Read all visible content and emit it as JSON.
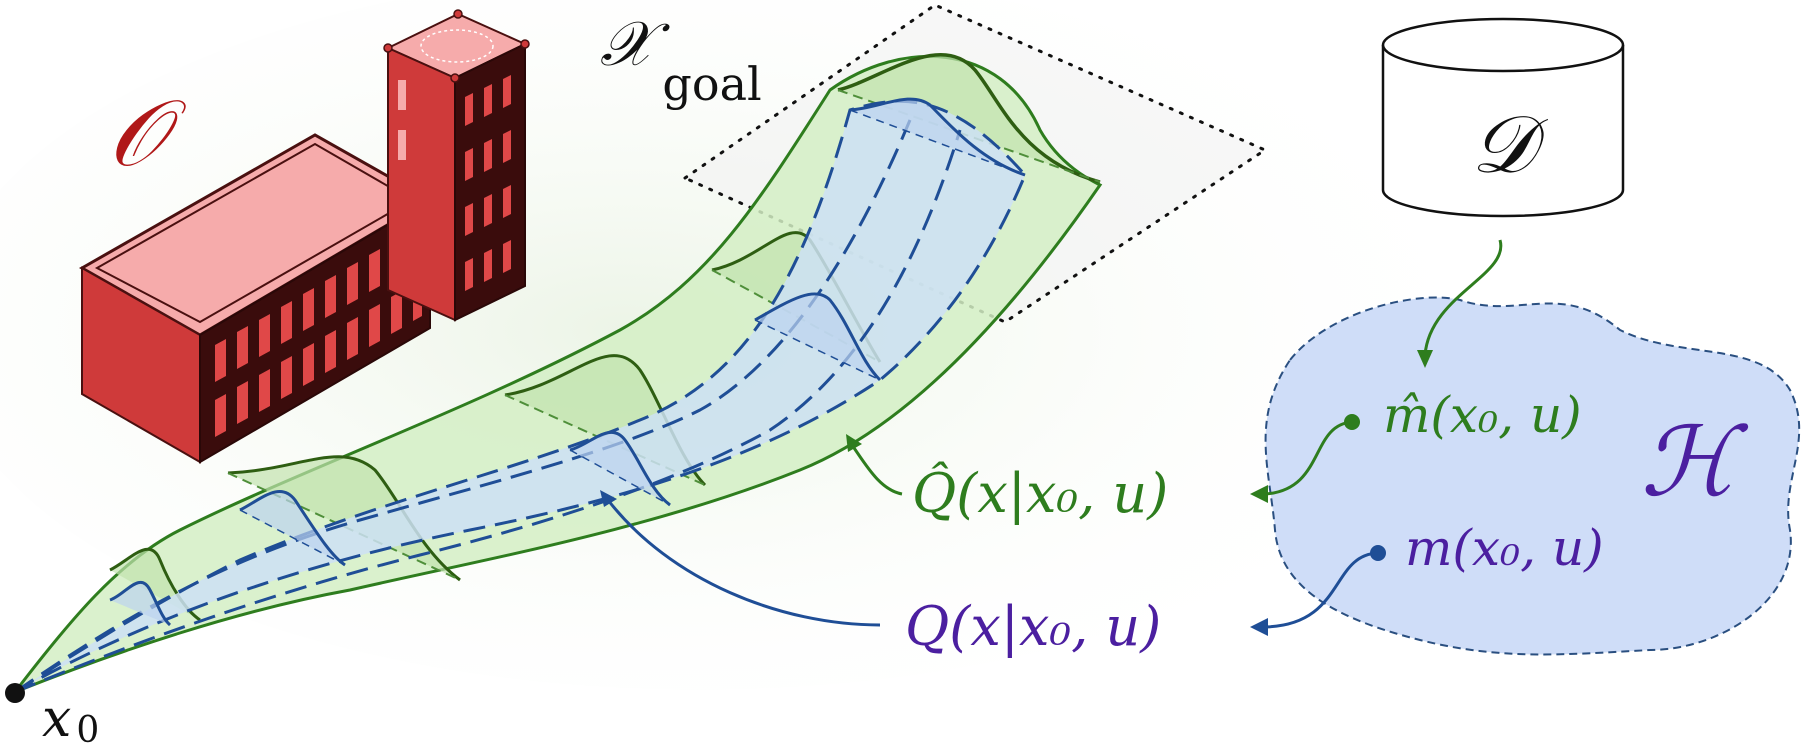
{
  "labels": {
    "obstacle": "𝒪",
    "goal_symbol": "𝒳",
    "goal_subscript": "goal",
    "dataset": "𝒟",
    "hypothesis_space": "ℋ",
    "x0_base": "x",
    "x0_sub": "0",
    "estimated_model": "m̂(x₀, u)",
    "true_model": "m(x₀, u)",
    "estimated_reach": "Q̂(x|x₀, u)",
    "true_reach": "Q(x|x₀, u)"
  },
  "colors": {
    "building_light": "#f4a3a3",
    "building_mid": "#cf3a3a",
    "building_dark": "#3a0c0c",
    "obstacle_label": "#b01818",
    "green": "#2e7d1e",
    "green_fill": "#d4eec4",
    "blue": "#1f4e96",
    "blue_fill": "#cde0f5",
    "purple": "#4b1fa0",
    "cloud_fill": "#cfddf8",
    "cloud_stroke": "#2a4f80"
  }
}
